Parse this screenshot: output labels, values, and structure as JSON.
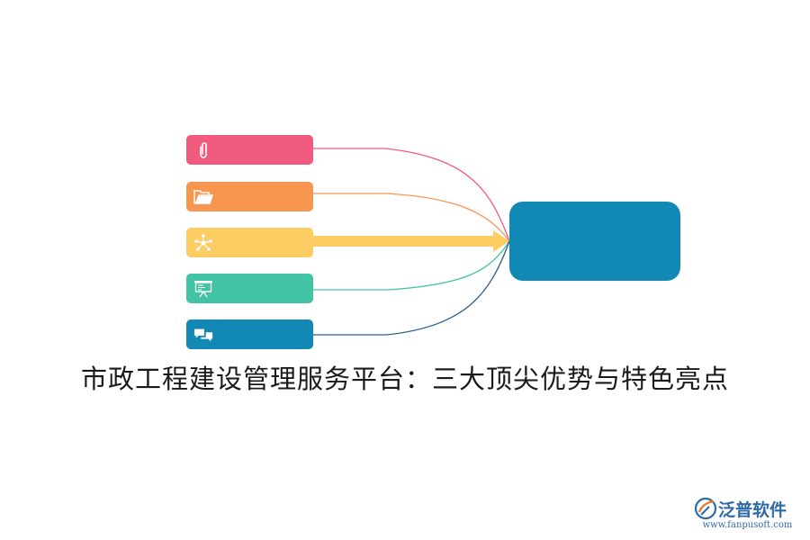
{
  "diagram": {
    "title": "市政工程建设管理服务平台：三大顶尖优势与特色亮点",
    "items": [
      {
        "icon": "paperclip-icon",
        "color": "#f05a7e"
      },
      {
        "icon": "folder-icon",
        "color": "#f7964f"
      },
      {
        "icon": "network-icon",
        "color": "#fdcd63"
      },
      {
        "icon": "presentation-icon",
        "color": "#42c3a6"
      },
      {
        "icon": "chat-icon",
        "color": "#1289b5"
      }
    ],
    "hub_color": "#1289b5"
  },
  "logo": {
    "name": "泛普软件",
    "url": "www.fanpusoft.com"
  }
}
